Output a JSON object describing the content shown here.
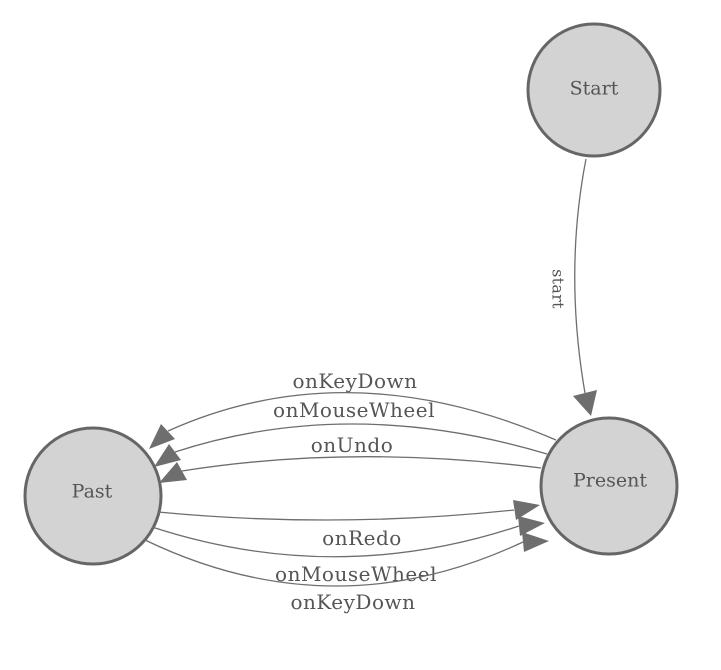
{
  "diagram": {
    "colors": {
      "background": "#ffffff",
      "node_fill": "#d3d3d3",
      "node_stroke": "#666666",
      "edge": "#6e6e6e",
      "label": "#555555"
    },
    "nodes": [
      {
        "label": "Start"
      },
      {
        "label": "Present"
      },
      {
        "label": "Past"
      }
    ],
    "edges": [
      {
        "from": "Start",
        "to": "Present",
        "label": "start"
      },
      {
        "from": "Present",
        "to": "Past",
        "label": "onKeyDown"
      },
      {
        "from": "Present",
        "to": "Past",
        "label": "onMouseWheel"
      },
      {
        "from": "Present",
        "to": "Past",
        "label": "onUndo"
      },
      {
        "from": "Past",
        "to": "Present",
        "label": "onRedo"
      },
      {
        "from": "Past",
        "to": "Present",
        "label": "onMouseWheel"
      },
      {
        "from": "Past",
        "to": "Present",
        "label": "onKeyDown"
      }
    ]
  }
}
